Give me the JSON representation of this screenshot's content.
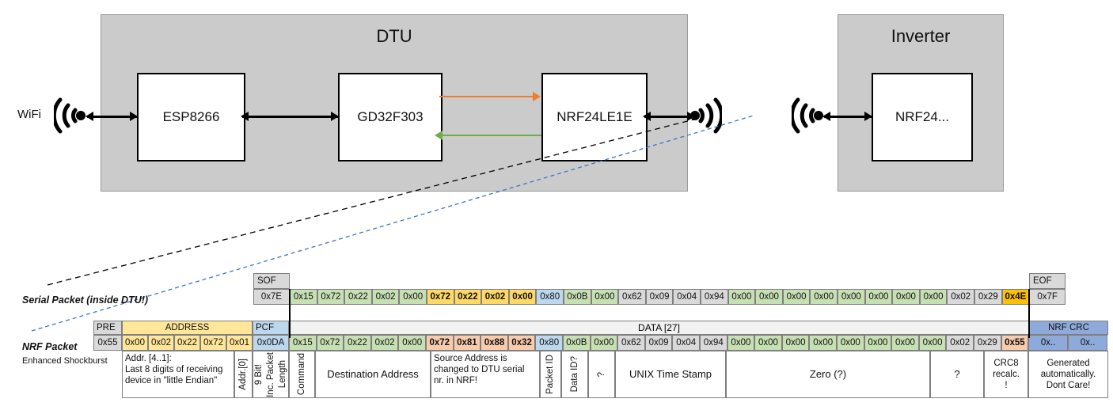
{
  "diagram": {
    "dtu": {
      "title": "DTU",
      "chips": [
        {
          "name": "ESP8266"
        },
        {
          "name": "GD32F303"
        },
        {
          "name": "NRF24LE1E"
        }
      ],
      "wifi_label": "WiFi",
      "arrow_colors": {
        "tx": "#ed7d31",
        "rx": "#70ad47",
        "bus": "#000000"
      }
    },
    "inverter": {
      "title": "Inverter",
      "chips": [
        {
          "name": "NRF24..."
        }
      ]
    },
    "enclosure_color": "#cbcbcb"
  },
  "packets": {
    "serial_label": "Serial Packet (inside DTU!)",
    "nrf_label": "NRF Packet",
    "nrf_sublabel": "Enhanced Shockburst",
    "headers": {
      "sof": "SOF",
      "eof": "EOF",
      "pre": "PRE",
      "address": "ADDRESS",
      "pcf": "PCF",
      "data": "DATA [27]",
      "nrf_crc": "NRF CRC"
    },
    "serial_bytes": [
      {
        "v": "0x7E",
        "c": "hdr"
      },
      {
        "v": "0x15",
        "c": "green"
      },
      {
        "v": "0x72",
        "c": "green"
      },
      {
        "v": "0x22",
        "c": "green"
      },
      {
        "v": "0x02",
        "c": "green"
      },
      {
        "v": "0x00",
        "c": "green"
      },
      {
        "v": "0x72",
        "c": "yellow"
      },
      {
        "v": "0x22",
        "c": "yellow"
      },
      {
        "v": "0x02",
        "c": "yellow"
      },
      {
        "v": "0x00",
        "c": "yellow"
      },
      {
        "v": "0x80",
        "c": "blue"
      },
      {
        "v": "0x0B",
        "c": "green"
      },
      {
        "v": "0x00",
        "c": "green"
      },
      {
        "v": "0x62",
        "c": "gray"
      },
      {
        "v": "0x09",
        "c": "gray"
      },
      {
        "v": "0x04",
        "c": "gray"
      },
      {
        "v": "0x94",
        "c": "gray"
      },
      {
        "v": "0x00",
        "c": "green"
      },
      {
        "v": "0x00",
        "c": "green"
      },
      {
        "v": "0x00",
        "c": "green"
      },
      {
        "v": "0x00",
        "c": "green"
      },
      {
        "v": "0x00",
        "c": "green"
      },
      {
        "v": "0x00",
        "c": "green"
      },
      {
        "v": "0x00",
        "c": "green"
      },
      {
        "v": "0x00",
        "c": "green"
      },
      {
        "v": "0x02",
        "c": "gray"
      },
      {
        "v": "0x29",
        "c": "gray"
      },
      {
        "v": "0x4E",
        "c": "amber"
      },
      {
        "v": "0x7F",
        "c": "hdr"
      }
    ],
    "nrf_bytes": [
      {
        "v": "0x55",
        "c": "hdr"
      },
      {
        "v": "0x00",
        "c": "addr"
      },
      {
        "v": "0x02",
        "c": "addr"
      },
      {
        "v": "0x22",
        "c": "addr"
      },
      {
        "v": "0x72",
        "c": "addr"
      },
      {
        "v": "0x01",
        "c": "addr"
      },
      {
        "v": "0x0DA",
        "c": "pcf"
      },
      {
        "v": "0x15",
        "c": "green"
      },
      {
        "v": "0x72",
        "c": "green"
      },
      {
        "v": "0x22",
        "c": "green"
      },
      {
        "v": "0x02",
        "c": "green"
      },
      {
        "v": "0x00",
        "c": "green"
      },
      {
        "v": "0x72",
        "c": "salmon"
      },
      {
        "v": "0x81",
        "c": "salmon"
      },
      {
        "v": "0x88",
        "c": "salmon"
      },
      {
        "v": "0x32",
        "c": "salmon"
      },
      {
        "v": "0x80",
        "c": "blue"
      },
      {
        "v": "0x0B",
        "c": "green"
      },
      {
        "v": "0x00",
        "c": "green"
      },
      {
        "v": "0x62",
        "c": "gray"
      },
      {
        "v": "0x09",
        "c": "gray"
      },
      {
        "v": "0x04",
        "c": "gray"
      },
      {
        "v": "0x94",
        "c": "gray"
      },
      {
        "v": "0x00",
        "c": "green"
      },
      {
        "v": "0x00",
        "c": "green"
      },
      {
        "v": "0x00",
        "c": "green"
      },
      {
        "v": "0x00",
        "c": "green"
      },
      {
        "v": "0x00",
        "c": "green"
      },
      {
        "v": "0x00",
        "c": "green"
      },
      {
        "v": "0x00",
        "c": "green"
      },
      {
        "v": "0x00",
        "c": "green"
      },
      {
        "v": "0x02",
        "c": "gray"
      },
      {
        "v": "0x29",
        "c": "gray"
      },
      {
        "v": "0x55",
        "c": "salmon"
      },
      {
        "v": "0x..",
        "c": "crcblue"
      },
      {
        "v": "0x..",
        "c": "crcblue"
      }
    ],
    "field_labels": {
      "address_desc_line1": "Addr. [4..1]:",
      "address_desc_line2": "Last 8 digits of receiving",
      "address_desc_line3": "device in \"little Endian\"",
      "addr0": "Addr.[0]",
      "pcf_a": "9 Bit!",
      "pcf_b": "Inc. Packet",
      "pcf_c": "Length",
      "command": "Command",
      "destination": "Destination Address",
      "source_l1": "Source Address is",
      "source_l2": "changed to DTU serial",
      "source_l3": "nr. in NRF!",
      "packet_id": "Packet ID",
      "data_id": "Data ID?",
      "unknown1": "?",
      "timestamp": "UNIX Time Stamp",
      "zero": "Zero (?)",
      "unknown2": "?",
      "crc8_l1": "CRC8",
      "crc8_l2": "recalc.",
      "crc8_l3": "!",
      "nrfcrc_l1": "Generated",
      "nrfcrc_l2": "automatically.",
      "nrfcrc_l3": "Dont Care!"
    }
  }
}
